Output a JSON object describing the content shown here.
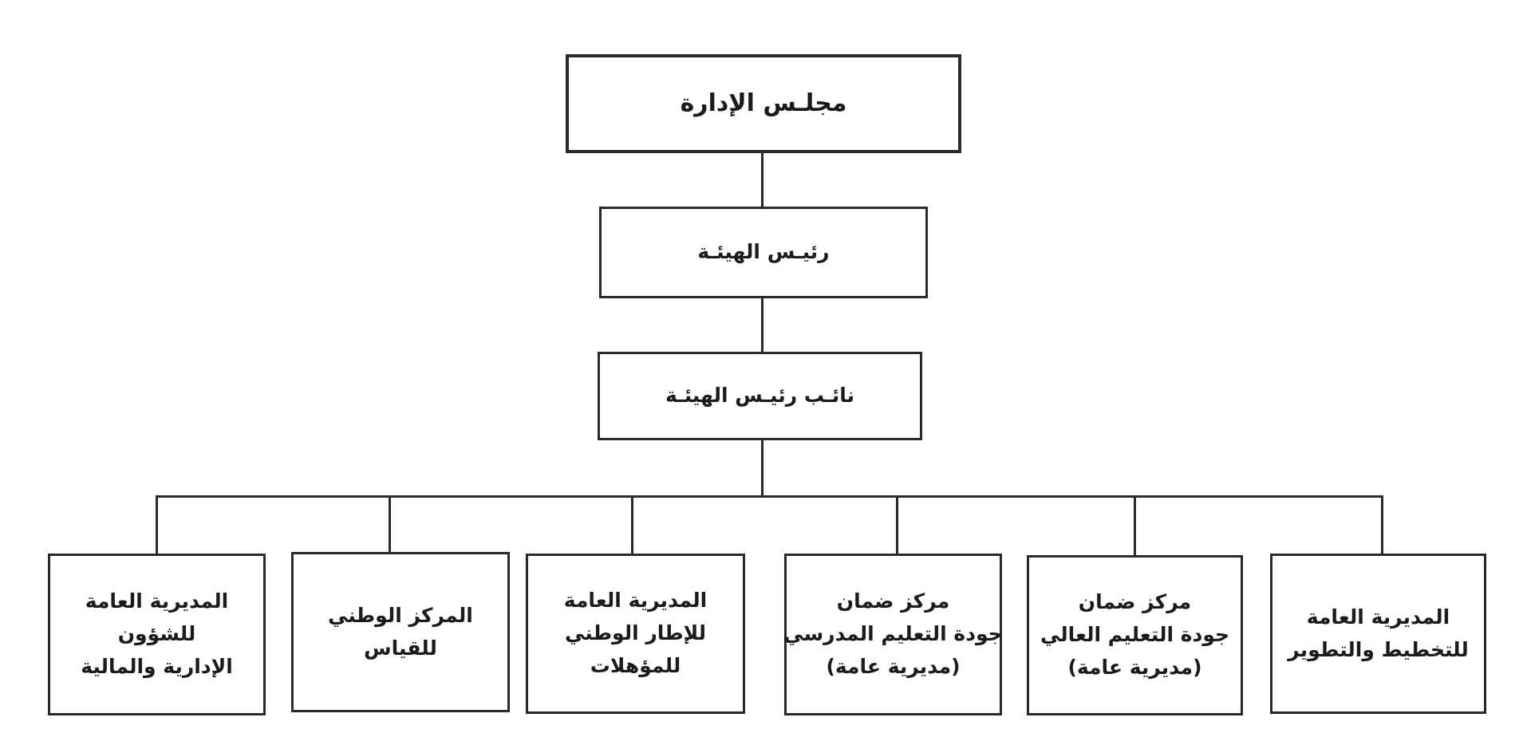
{
  "org_chart": {
    "board": {
      "lines": [
        "مجلـس الإدارة"
      ]
    },
    "president": {
      "lines": [
        "رئيـس الهيئـة"
      ]
    },
    "vice_president": {
      "lines": [
        "نائـب رئيـس الهيئـة"
      ]
    },
    "departments": [
      {
        "lines": [
          "المديرية العامة",
          "للتخطيط والتطوير"
        ]
      },
      {
        "lines": [
          "مركز ضمان",
          "جودة التعليم العالي",
          "(مديرية عامة)"
        ]
      },
      {
        "lines": [
          "مركز ضمان",
          "جودة التعليم المدرسي",
          "(مديرية عامة)"
        ]
      },
      {
        "lines": [
          "المديرية العامة",
          "للإطار الوطني",
          "للمؤهلات"
        ]
      },
      {
        "lines": [
          "المركز الوطني",
          "للقياس"
        ]
      },
      {
        "lines": [
          "المديرية العامة",
          "للشؤون",
          "الإدارية والمالية"
        ]
      }
    ]
  }
}
